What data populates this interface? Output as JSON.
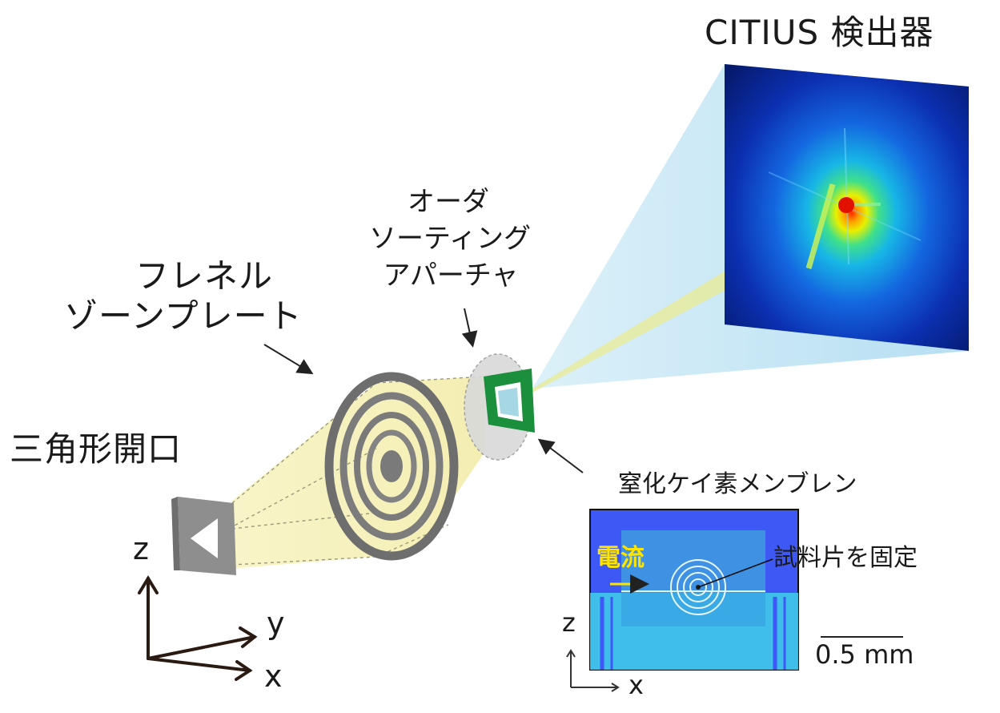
{
  "labels": {
    "detector": "CITIUS 検出器",
    "order_sorting_aperture_line1": "オーダ",
    "order_sorting_aperture_line2": "ソーティング",
    "order_sorting_aperture_line3": "アパーチャ",
    "fresnel_line1": "フレネル",
    "fresnel_line2": "ゾーンプレート",
    "triangle_aperture": "三角形開口",
    "membrane": "窒化ケイ素メンブレン",
    "current": "電流",
    "sample_fixed": "試料片を固定",
    "scale": "0.5 mm"
  },
  "axes": {
    "main": {
      "z": "z",
      "y": "y",
      "x": "x"
    },
    "inset": {
      "z": "z",
      "x": "x"
    }
  },
  "colors": {
    "beam_yellow": "#f4efb0",
    "beam_blue": "#bfe3f5",
    "zone_plate_gray": "#7a7a7a",
    "aperture_green": "#1a8f3a",
    "detector_dark": "#0a1f7a",
    "inset_blue": "#3b5bff",
    "inset_cyan": "#4fd2e8",
    "current_yellow": "#ffe400"
  }
}
